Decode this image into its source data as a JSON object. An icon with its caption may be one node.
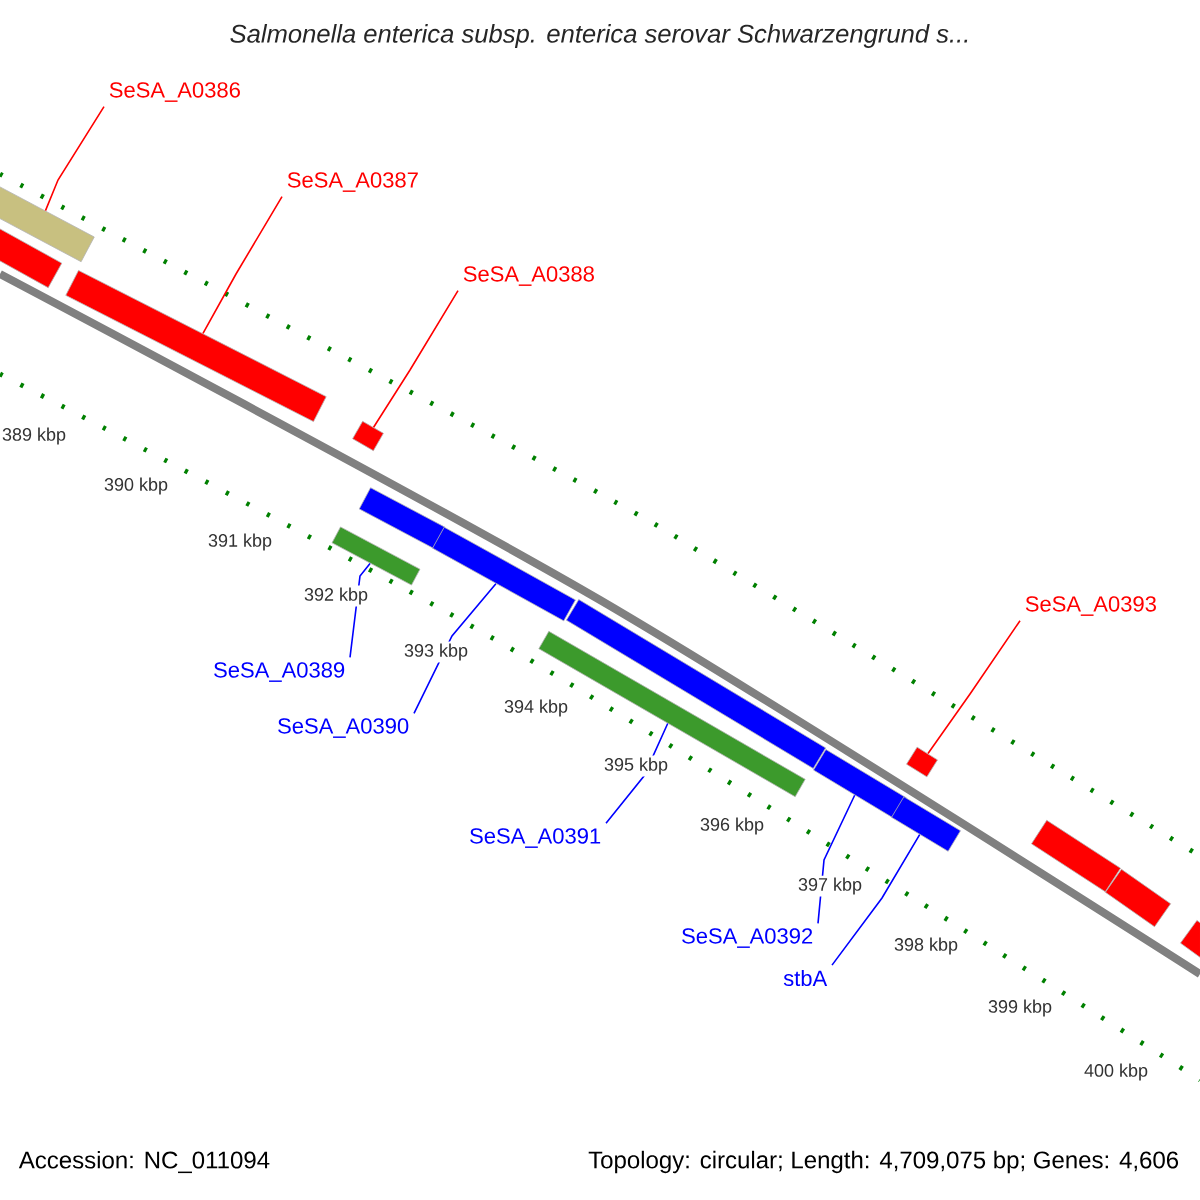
{
  "diagram": {
    "title": "Salmonella enterica subsp. enterica serovar Schwarzengrund s...",
    "nodes": [
      {
        "text": [
          "SeSA_A0386"
        ]
      },
      {
        "text": [
          "SeSA_A0387"
        ]
      },
      {
        "text": [
          "SeSA_A0388"
        ]
      },
      {
        "text": [
          "SeSA_A0393"
        ]
      },
      {
        "text": [
          "SeSA_A0389"
        ]
      },
      {
        "text": [
          "SeSA_A0390"
        ]
      },
      {
        "text": [
          "SeSA_A0391"
        ]
      },
      {
        "text": [
          "SeSA_A0392"
        ]
      },
      {
        "text": [
          "stbA"
        ]
      },
      {
        "text": [],
        "shape": "bar"
      },
      {
        "text": [],
        "shape": "bar"
      },
      {
        "text": [],
        "shape": "bar"
      },
      {
        "text": [],
        "shape": "bar"
      },
      {
        "text": [],
        "shape": "bar"
      },
      {
        "text": [],
        "shape": "bar"
      },
      {
        "text": [],
        "shape": "bar"
      },
      {
        "text": [],
        "shape": "bar"
      },
      {
        "text": [],
        "shape": "bar"
      },
      {
        "text": [],
        "shape": "bar"
      },
      {
        "text": [],
        "shape": "bar"
      },
      {
        "text": [],
        "shape": "bar"
      },
      {
        "text": [],
        "shape": "bar"
      },
      {
        "text": [],
        "shape": "bar"
      },
      {
        "text": [],
        "shape": "bar"
      }
    ],
    "edges": [
      {
        "from": 0,
        "to": 9,
        "arrow": "none",
        "color": "#ff0000"
      },
      {
        "from": 1,
        "to": 11,
        "arrow": "none",
        "color": "#ff0000"
      },
      {
        "from": 2,
        "to": 12,
        "arrow": "none",
        "color": "#ff0000"
      },
      {
        "from": 3,
        "to": 18,
        "arrow": "none",
        "color": "#ff0000"
      },
      {
        "from": 4,
        "to": 14,
        "arrow": "none"
      },
      {
        "from": 5,
        "to": 15,
        "arrow": "none"
      },
      {
        "from": 6,
        "to": 16,
        "arrow": "none"
      },
      {
        "from": 7,
        "to": 19,
        "arrow": "none"
      },
      {
        "from": 8,
        "to": 20,
        "arrow": "none"
      }
    ],
    "labels": [
      "389 kbp",
      "390 kbp",
      "391 kbp",
      "392 kbp",
      "393 kbp",
      "394 kbp",
      "395 kbp",
      "396 kbp",
      "397 kbp",
      "398 kbp",
      "399 kbp",
      "400 kbp",
      "Accession: NC_011094",
      "Topology: circular; Length: 4,709,075 bp; Genes: 4,606"
    ]
  }
}
